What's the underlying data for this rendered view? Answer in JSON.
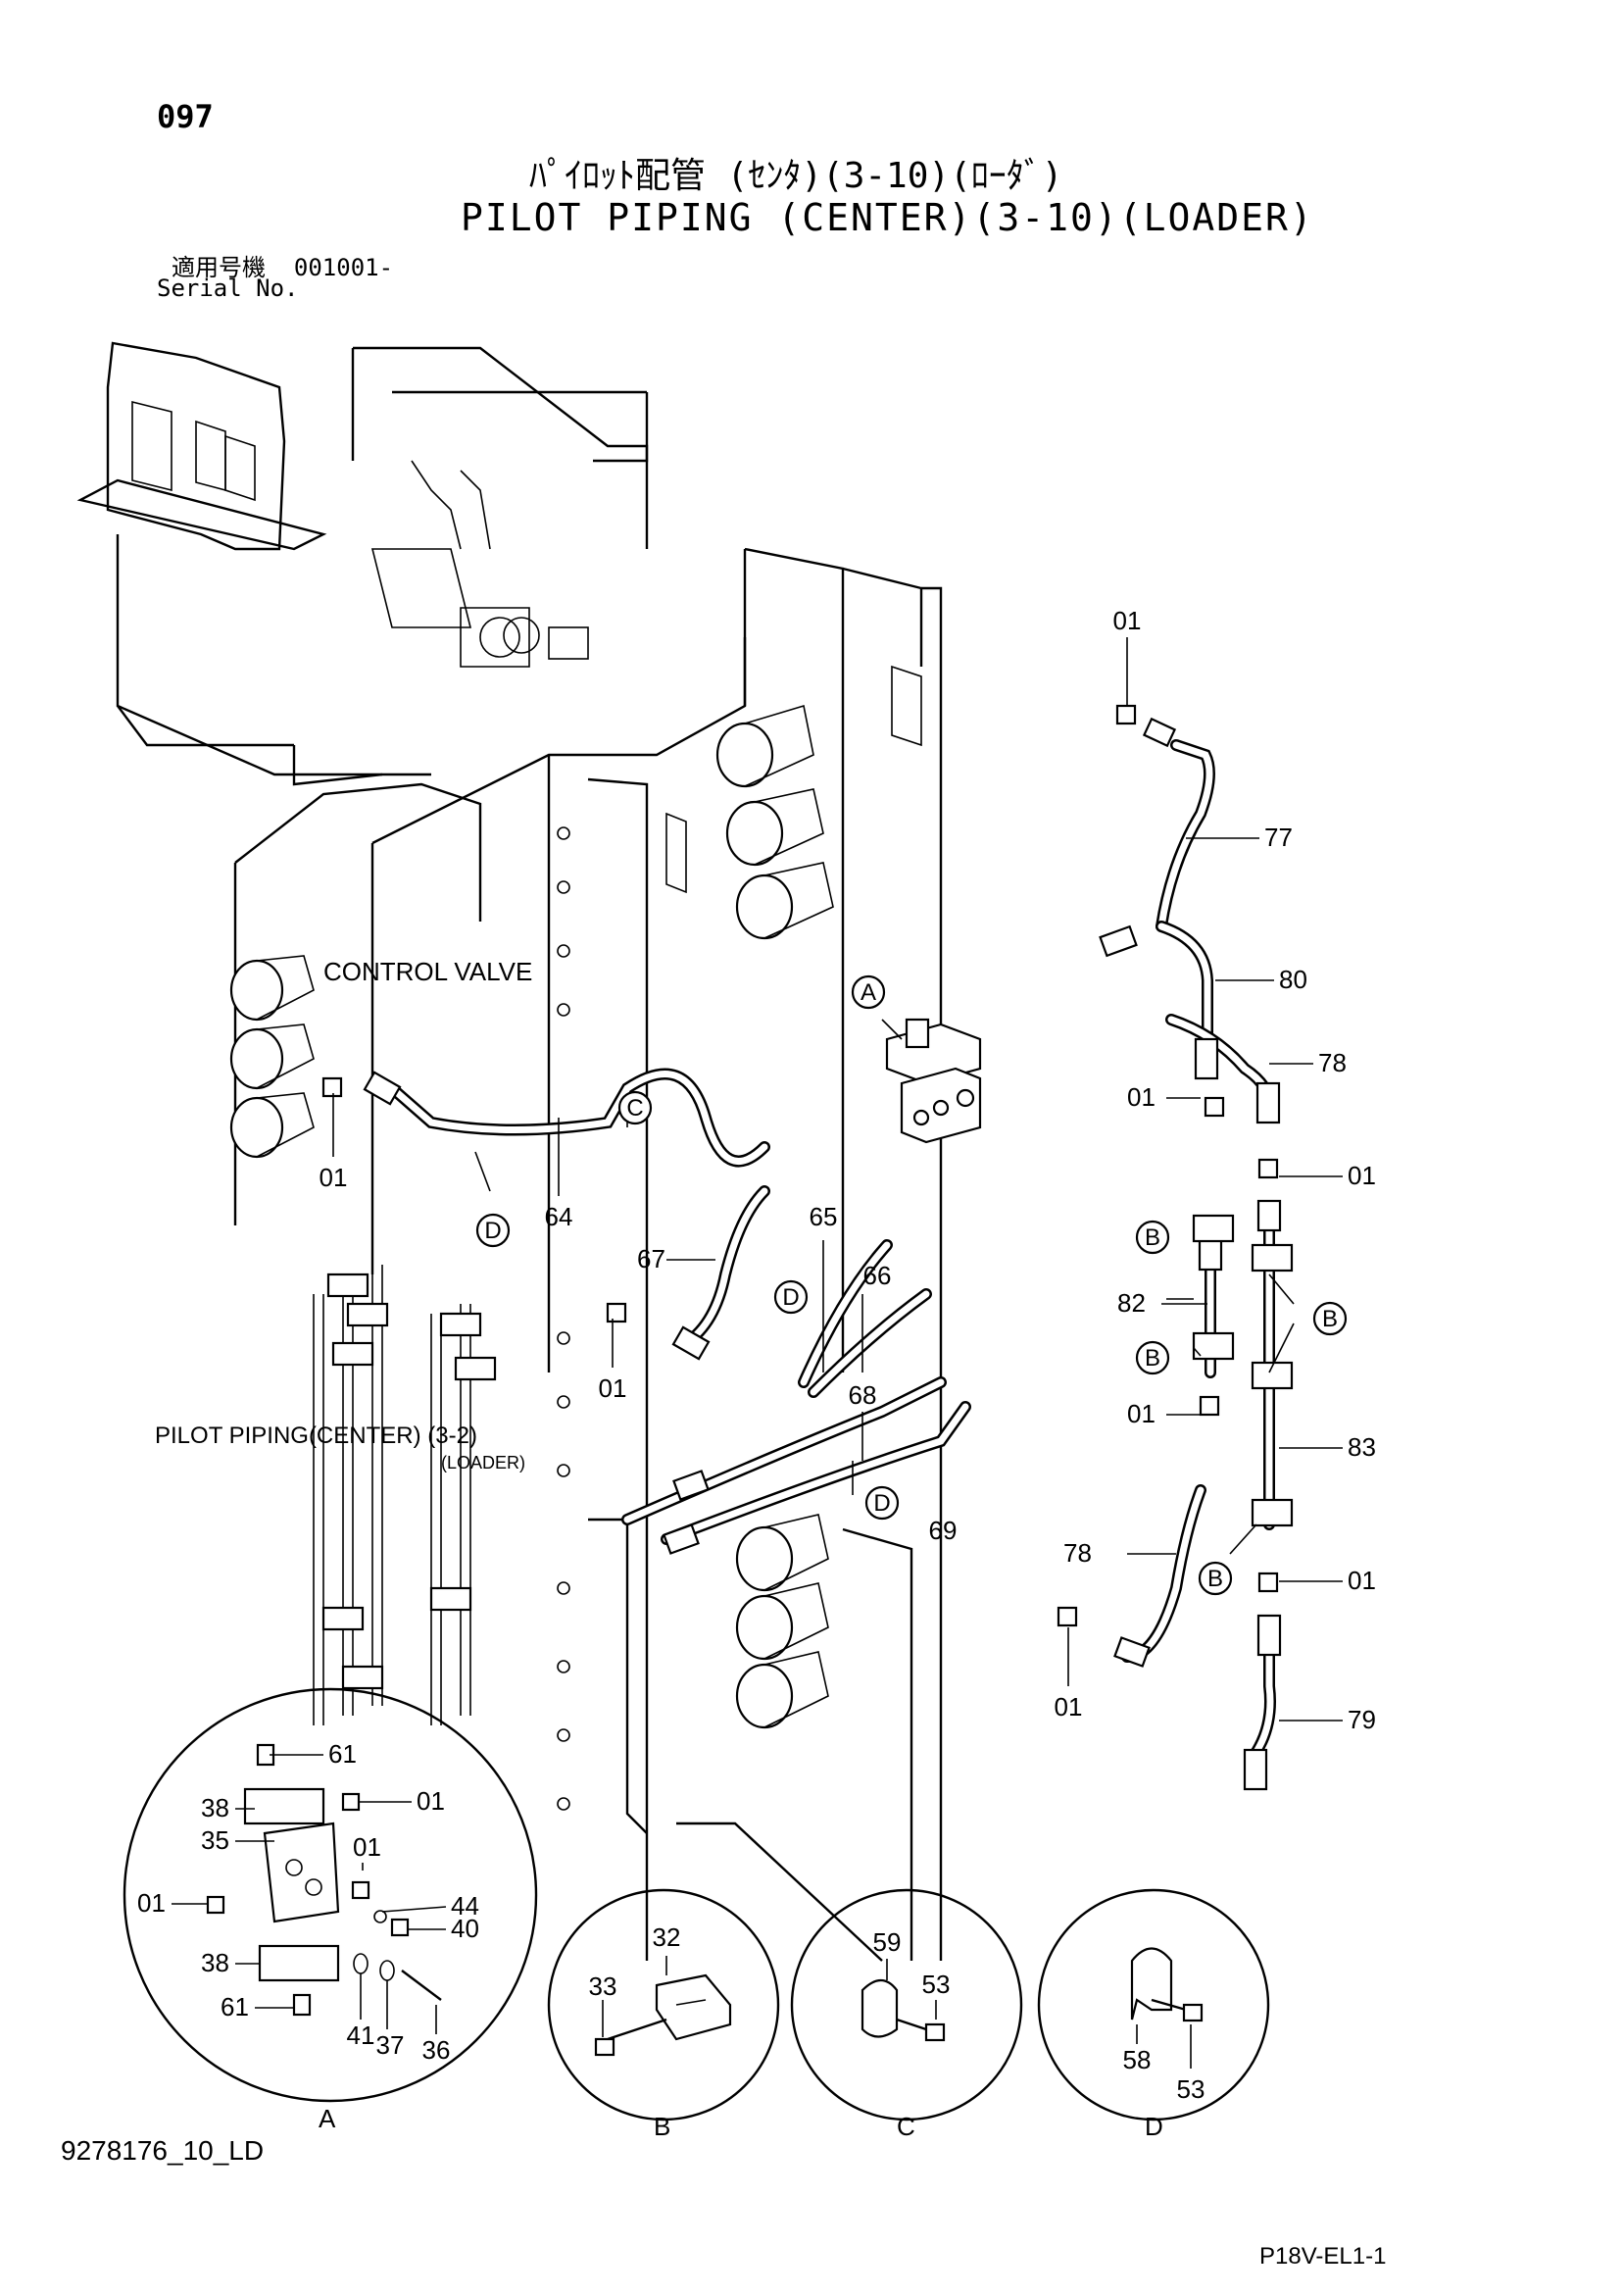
{
  "header": {
    "page_number": "097",
    "title_jp": "ﾊﾟｲﾛｯﾄ配管 (ｾﾝﾀ)(3-10)(ﾛｰﾀﾞ)",
    "title_en": "PILOT PIPING (CENTER)(3-10)(LOADER)",
    "serial_label_jp": "適用号機",
    "serial_value": "001001-",
    "serial_label_en": "Serial No."
  },
  "labels": {
    "control_valve": "CONTROL VALVE",
    "pilot_piping_ref": "PILOT PIPING(CENTER) (3-2)",
    "pilot_piping_ref_sub": "(LOADER)"
  },
  "callouts": {
    "A": "A",
    "B": "B",
    "C": "C",
    "D": "D"
  },
  "part_numbers": {
    "p01": "01",
    "p32": "32",
    "p33": "33",
    "p35": "35",
    "p36": "36",
    "p37": "37",
    "p38": "38",
    "p40": "40",
    "p41": "41",
    "p44": "44",
    "p53": "53",
    "p58": "58",
    "p59": "59",
    "p61": "61",
    "p64": "64",
    "p65": "65",
    "p66": "66",
    "p67": "67",
    "p68": "68",
    "p69": "69",
    "p77": "77",
    "p78": "78",
    "p79": "79",
    "p80": "80",
    "p82": "82",
    "p83": "83"
  },
  "detail_views": {
    "A": "A",
    "B": "B",
    "C": "C",
    "D": "D"
  },
  "footer": {
    "doc_id": "9278176_10_LD",
    "sheet_code": "P18V-EL1-1"
  }
}
